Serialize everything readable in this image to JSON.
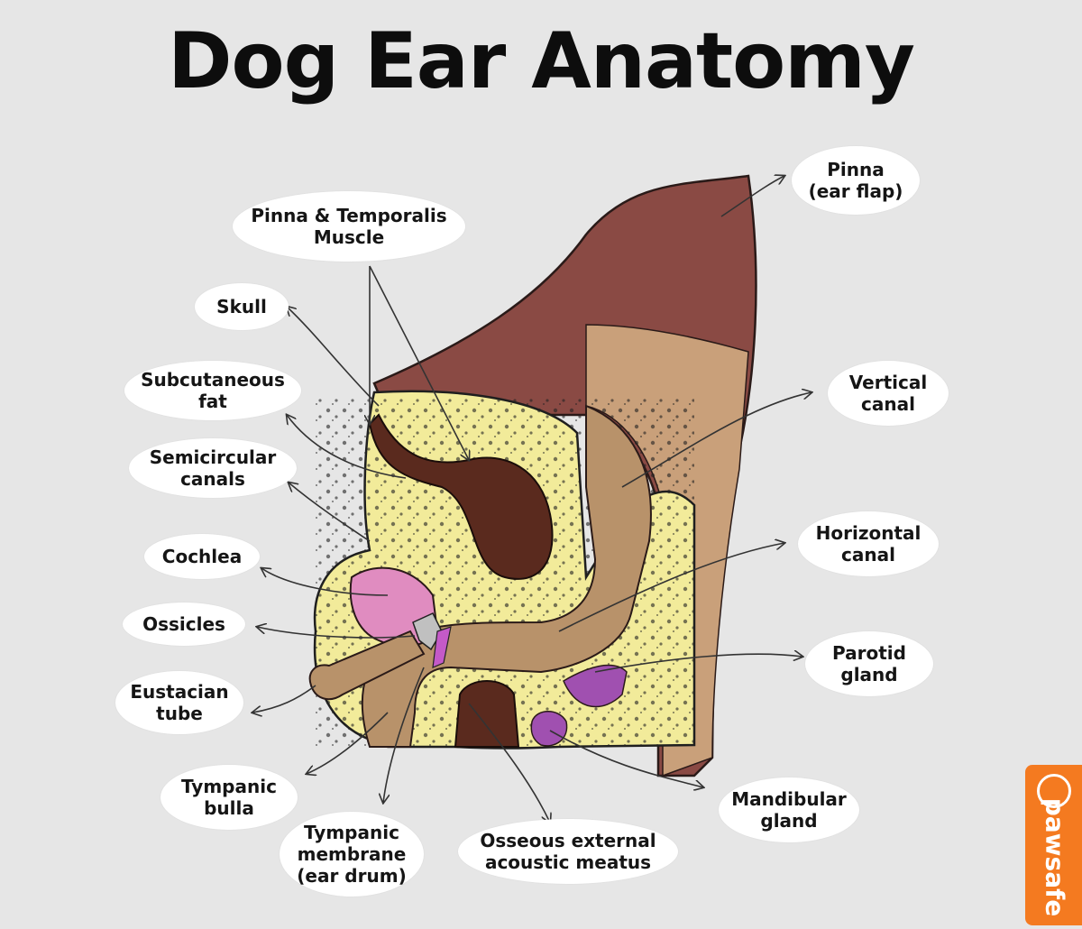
{
  "title": "Dog Ear Anatomy",
  "labels": {
    "pinna_ear_flap": "Pinna\n(ear flap)",
    "pinna_temporalis": "Pinna & Temporalis\nMuscle",
    "skull": "Skull",
    "subcutaneous_fat": "Subcutaneous\nfat",
    "semicircular_canals": "Semicircular\ncanals",
    "cochlea": "Cochlea",
    "ossicles": "Ossicles",
    "eustacian_tube": "Eustacian\ntube",
    "tympanic_bulla": "Tympanic\nbulla",
    "tympanic_membrane": "Tympanic\nmembrane\n(ear drum)",
    "osseous_meatus": "Osseous external\nacoustic meatus",
    "mandibular_gland": "Mandibular\ngland",
    "parotid_gland": "Parotid\ngland",
    "horizontal_canal": "Horizontal\ncanal",
    "vertical_canal": "Vertical\ncanal"
  },
  "brand": {
    "name": "pawsafe",
    "color": "#f47a20"
  },
  "colors": {
    "background": "#e6e6e6",
    "pinna": "#8a4a44",
    "canal": "#b8926a",
    "bone": "#f2eb9a",
    "muscle": "#5a2a1e",
    "cochlea": "#e08cc0",
    "gland": "#a050b0"
  }
}
